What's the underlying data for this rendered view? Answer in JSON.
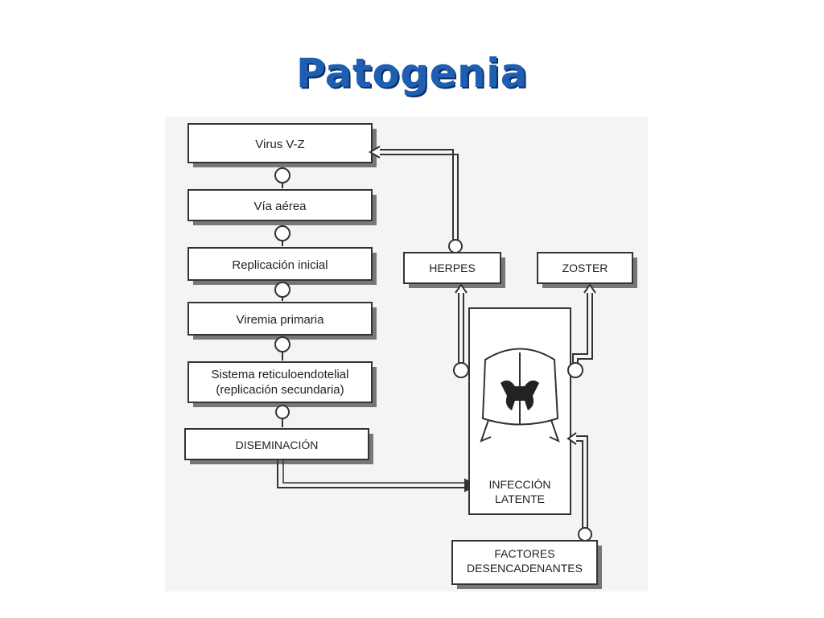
{
  "title": "Patogenia",
  "diagram": {
    "virus": "Virus V-Z",
    "via_aerea": "Vía aérea",
    "replicacion_inicial": "Replicación inicial",
    "viremia_primaria": "Viremia primaria",
    "sistema_line1": "Sistema reticuloendotelial",
    "sistema_line2": "(replicación secundaria)",
    "diseminacion": "DISEMINACIÓN",
    "herpes": "HERPES",
    "zoster": "ZOSTER",
    "infeccion_line1": "INFECCIÓN",
    "infeccion_line2": "LATENTE",
    "factores_line1": "FACTORES",
    "factores_line2": "DESENCADENANTES"
  }
}
